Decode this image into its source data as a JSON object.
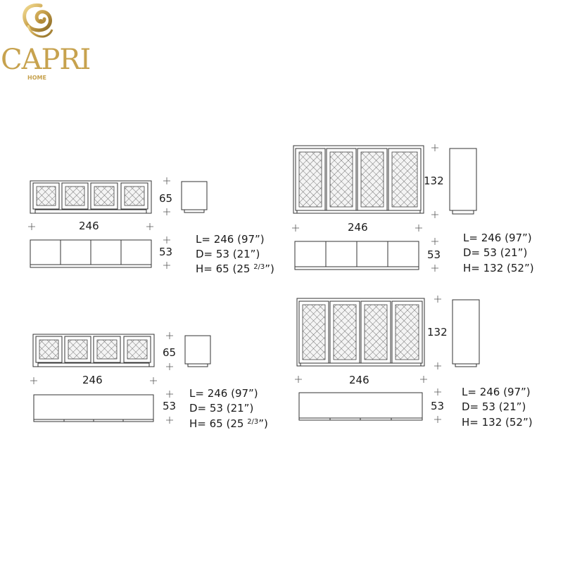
{
  "brand": {
    "name": "CAPRI",
    "sub": "HOME",
    "color": "#c7a24e"
  },
  "items": [
    {
      "width_label": "246",
      "depth_label": "53",
      "height_label": "65",
      "specs": {
        "l": "L= 246 (97”)",
        "d": "D= 53 (21”)",
        "h_main": "H= 65 (25 ",
        "h_frac": "2/3",
        "h_end": "”)"
      },
      "front_doors": "lattice",
      "plan_doors": "four"
    },
    {
      "width_label": "246",
      "depth_label": "53",
      "height_label": "132",
      "specs": {
        "l": "L= 246 (97”)",
        "d": "D= 53 (21”)",
        "h_main": "H= 132 (52”)",
        "h_frac": "",
        "h_end": ""
      },
      "front_doors": "lattice",
      "plan_doors": "four"
    },
    {
      "width_label": "246",
      "depth_label": "53",
      "height_label": "65",
      "specs": {
        "l": "L= 246 (97”)",
        "d": "D= 53 (21”)",
        "h_main": "H= 65 (25 ",
        "h_frac": "2/3",
        "h_end": "”)"
      },
      "front_doors": "lattice",
      "plan_doors": "single"
    },
    {
      "width_label": "246",
      "depth_label": "53",
      "height_label": "132",
      "specs": {
        "l": "L= 246 (97”)",
        "d": "D= 53 (21”)",
        "h_main": "H= 132 (52”)",
        "h_frac": "",
        "h_end": ""
      },
      "front_doors": "lattice",
      "plan_doors": "single"
    }
  ]
}
